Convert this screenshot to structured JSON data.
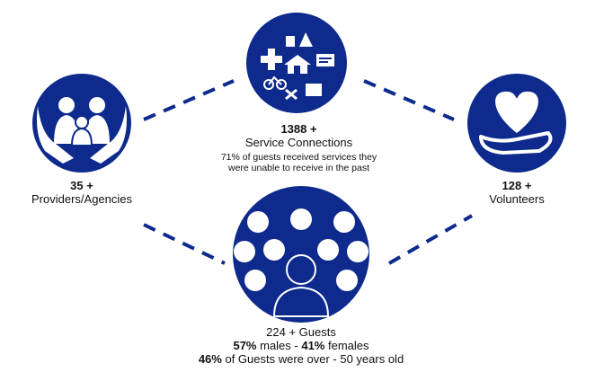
{
  "colors": {
    "navy": "#0d2a8c",
    "white": "#ffffff",
    "text": "#111111"
  },
  "providers": {
    "count": "35 +",
    "label": "Providers/Agencies",
    "icon": "family-in-hands-icon"
  },
  "services": {
    "count": "1388 +",
    "label": "Service Connections",
    "note_line1": "71% of guests received services they",
    "note_line2": "were unable to receive in the past",
    "icon": "services-collage-icon"
  },
  "volunteers": {
    "count": "128 +",
    "label": "Volunteers",
    "icon": "heart-in-hand-icon"
  },
  "guests": {
    "count_label": "224 + Guests",
    "males_pct": "57%",
    "males_text": " males - ",
    "females_pct": "41%",
    "females_text": " females",
    "over_pct": "46%",
    "over_text": " of Guests were over - 50 years old",
    "icon": "crowd-icon"
  }
}
